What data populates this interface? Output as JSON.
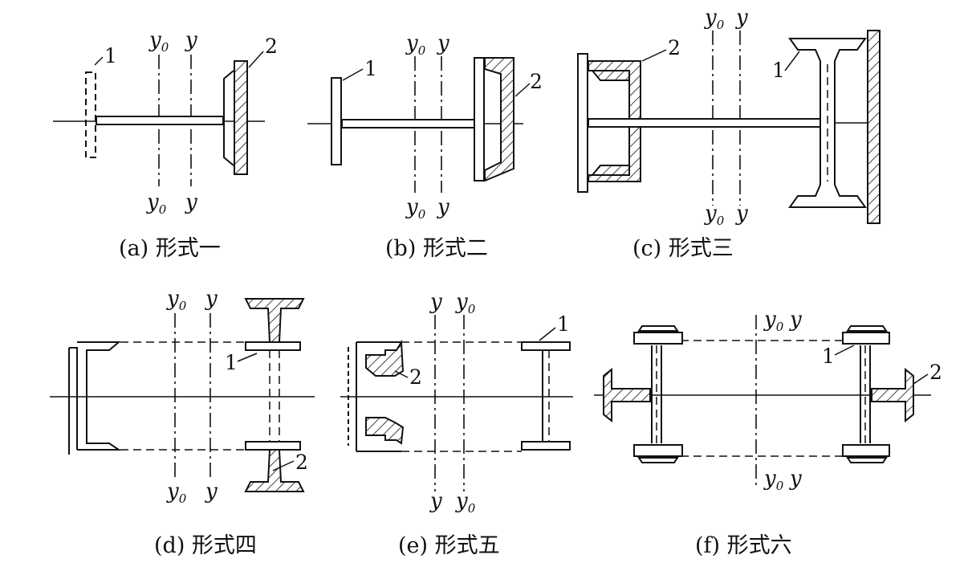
{
  "axes": {
    "y0": "y0",
    "y0_base": "y",
    "y0_sub": "0",
    "y": "y"
  },
  "parts": {
    "part1": "1",
    "part2": "2"
  },
  "captions": {
    "a": "(a) 形式一",
    "b": "(b) 形式二",
    "c": "(c) 形式三",
    "d": "(d) 形式四",
    "e": "(e) 形式五",
    "f": "(f) 形式六"
  }
}
